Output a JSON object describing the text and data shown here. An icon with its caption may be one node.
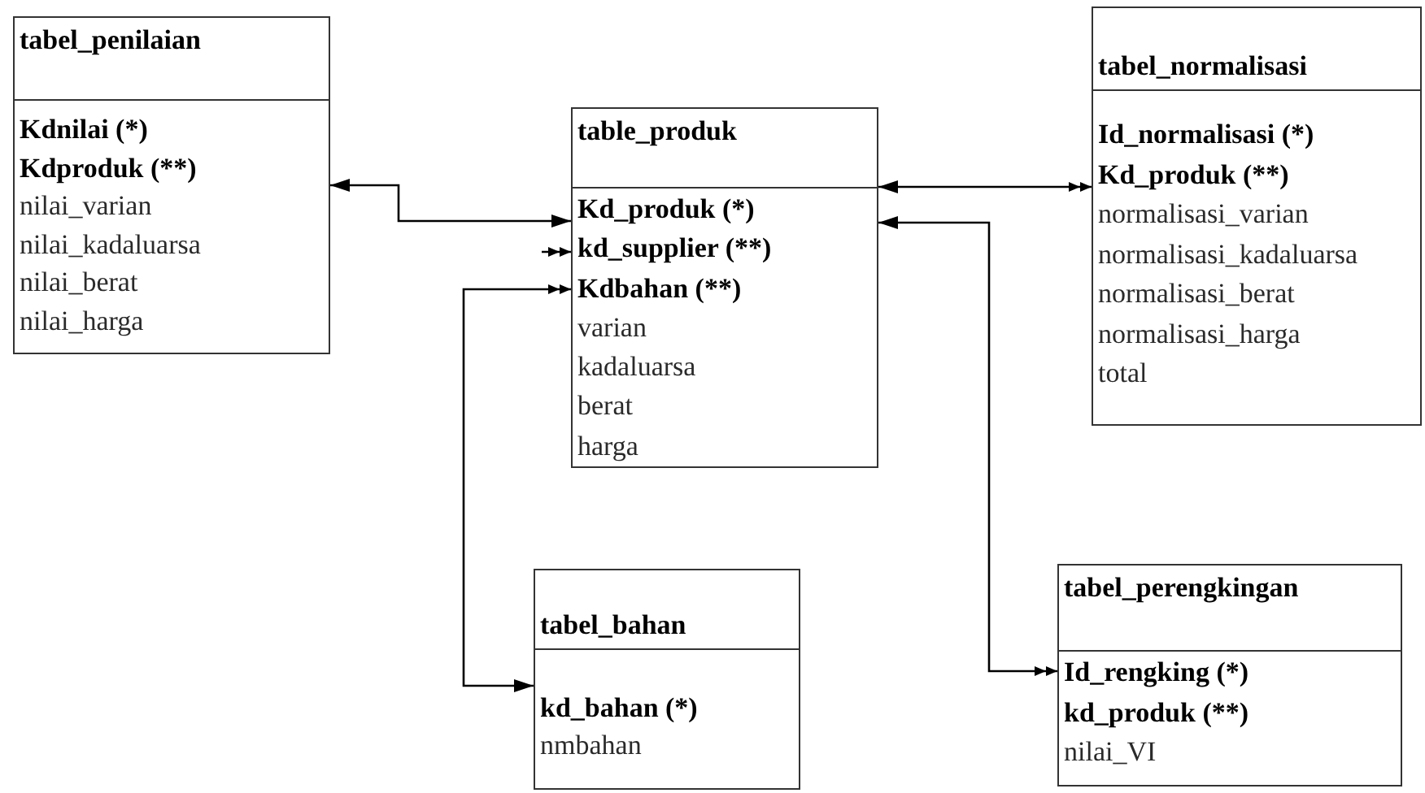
{
  "diagram": {
    "nodes": [
      {
        "text": [
          "tabel_penilaian",
          "Kdnilai (*)",
          "Kdproduk (**)",
          "nilai_varian",
          "nilai_kadaluarsa",
          "nilai_berat",
          "nilai_harga"
        ]
      },
      {
        "text": [
          "table_produk",
          "Kd_produk (*)",
          "kd_supplier (**)",
          "Kdbahan (**)",
          "varian",
          "kadaluarsa",
          "berat",
          "harga"
        ]
      },
      {
        "text": [
          "tabel_normalisasi",
          "Id_normalisasi (*)",
          "Kd_produk (**)",
          "normalisasi_varian",
          "normalisasi_kadaluarsa",
          "normalisasi_berat",
          "normalisasi_harga",
          "total"
        ]
      },
      {
        "text": [
          "tabel_bahan",
          "kd_bahan (*)",
          "nmbahan"
        ]
      },
      {
        "text": [
          "tabel_perengkingan",
          "Id_rengking (*)",
          "kd_produk (**)",
          "nilai_VI"
        ]
      }
    ],
    "edges": [
      {
        "from": 0,
        "to": 1,
        "arrow": "both"
      },
      {
        "from": null,
        "to": 1,
        "arrow": "to"
      },
      {
        "from": 3,
        "to": 1,
        "arrow": "both"
      },
      {
        "from": 1,
        "to": 2,
        "arrow": "both"
      },
      {
        "from": 1,
        "to": 4,
        "arrow": "both"
      }
    ]
  }
}
